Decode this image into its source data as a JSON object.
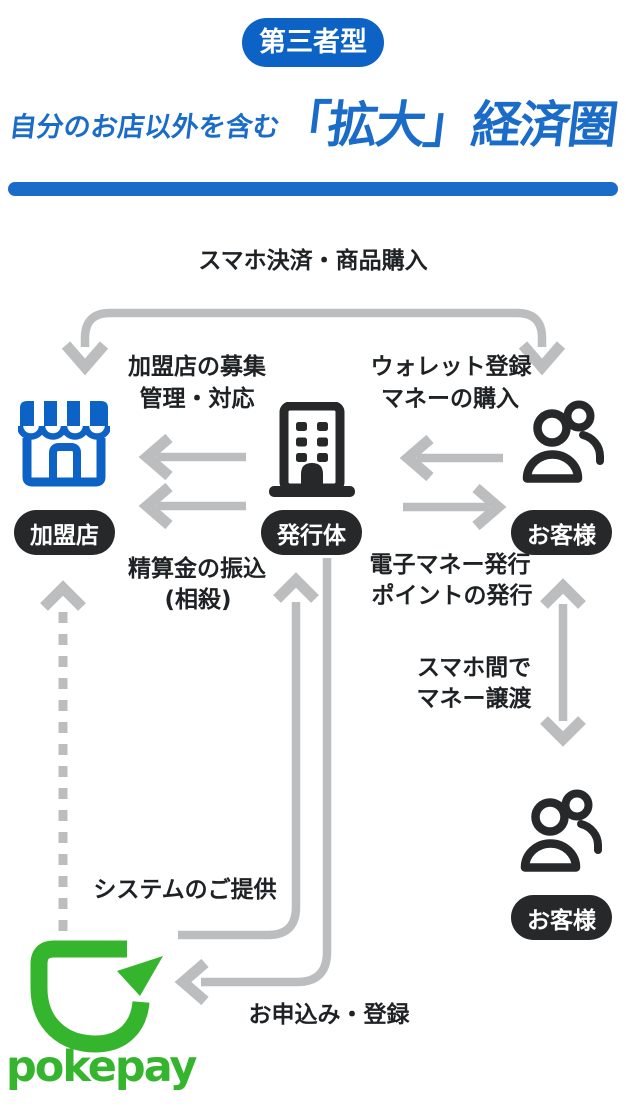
{
  "badge": {
    "label": "第三者型"
  },
  "title": {
    "prefix": "自分のお店以外を含む",
    "emphasis": "「拡大」経済圏"
  },
  "nodes": {
    "merchant": {
      "label": "加盟店",
      "icon": "storefront-icon"
    },
    "issuer": {
      "label": "発行体",
      "icon": "office-building-icon"
    },
    "customer_top": {
      "label": "お客様",
      "icon": "people-icon"
    },
    "customer_bottom": {
      "label": "お客様",
      "icon": "people-icon"
    },
    "pokepay": {
      "label": "pokepay",
      "icon": "circular-arrow-logo-icon"
    }
  },
  "flows": {
    "smartphone_payment": "スマホ決済・商品購入",
    "merchant_recruiting_line1": "加盟店の募集",
    "merchant_recruiting_line2": "管理・対応",
    "wallet_registration_line1": "ウォレット登録",
    "wallet_registration_line2": "マネーの購入",
    "settlement_transfer_line1": "精算金の振込",
    "settlement_transfer_line2": "(相殺)",
    "emoney_issuance_line1": "電子マネー発行",
    "emoney_issuance_line2": "ポイントの発行",
    "p2p_transfer_line1": "スマホ間で",
    "p2p_transfer_line2": "マネー譲渡",
    "system_provision": "システムのご提供",
    "application_registration": "お申込み・登録"
  },
  "colors": {
    "accent_blue": "#0d62c6",
    "title_blue": "#1a6cc8",
    "arrow_gray": "#bcbdbe",
    "node_black": "#26282a",
    "text_black": "#1f2224",
    "pokepay_green": "#35b42d"
  }
}
